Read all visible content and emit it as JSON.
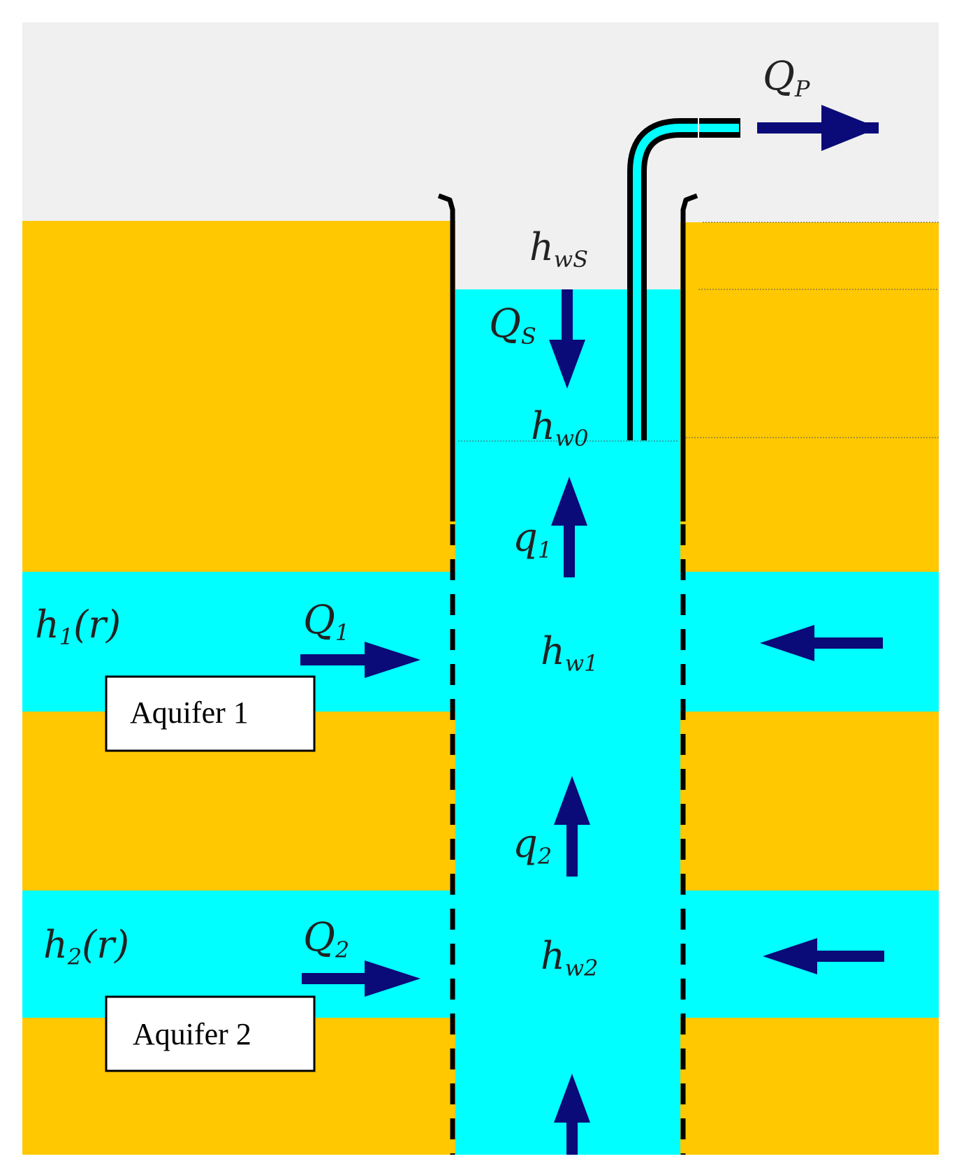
{
  "colors": {
    "sky": "#f0f0f0",
    "soil": "#ffc800",
    "water": "#00ffff",
    "arrow": "#0a0a78",
    "casing": "#000000"
  },
  "labels": {
    "QP": {
      "main": "Q",
      "sub": "P"
    },
    "hwS": {
      "main": "h",
      "sub": "wS"
    },
    "QS": {
      "main": "Q",
      "sub": "S"
    },
    "hw0": {
      "main": "h",
      "sub": "w0"
    },
    "q1": {
      "main": "q",
      "sub": "1"
    },
    "h1r": {
      "main": "h",
      "sub": "1",
      "rest": "(r)"
    },
    "Q1": {
      "main": "Q",
      "sub": "1"
    },
    "hw1": {
      "main": "h",
      "sub": "w1"
    },
    "q2": {
      "main": "q",
      "sub": "2"
    },
    "h2r": {
      "main": "h",
      "sub": "2",
      "rest": "(r)"
    },
    "Q2": {
      "main": "Q",
      "sub": "2"
    },
    "hw2": {
      "main": "h",
      "sub": "w2"
    }
  },
  "boxes": {
    "aquifer1": "Aquifer 1",
    "aquifer2": "Aquifer 2"
  }
}
